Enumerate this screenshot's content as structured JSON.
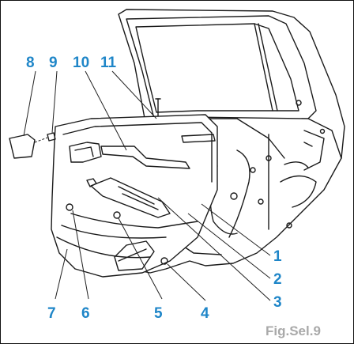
{
  "diagram": {
    "callouts": [
      {
        "id": "1",
        "label": "1"
      },
      {
        "id": "2",
        "label": "2"
      },
      {
        "id": "3",
        "label": "3"
      },
      {
        "id": "4",
        "label": "4"
      },
      {
        "id": "5",
        "label": "5"
      },
      {
        "id": "6",
        "label": "6"
      },
      {
        "id": "7",
        "label": "7"
      },
      {
        "id": "8",
        "label": "8"
      },
      {
        "id": "9",
        "label": "9"
      },
      {
        "id": "10",
        "label": "10"
      },
      {
        "id": "11",
        "label": "11"
      }
    ],
    "caption": "Fig.Sel.9",
    "colors": {
      "callout_text": "#1f86c8",
      "caption_text": "#a9a9a9",
      "line_art": "#1a1a1a",
      "leader_line": "#222222"
    }
  }
}
